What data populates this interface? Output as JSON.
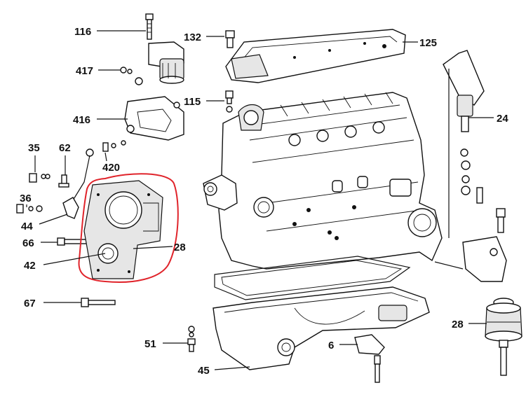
{
  "colors": {
    "ink": "#111111",
    "highlight": "#e0242b",
    "background": "#ffffff"
  },
  "callouts": [
    {
      "id": "116a",
      "label": "116"
    },
    {
      "id": "132",
      "label": "132"
    },
    {
      "id": "125",
      "label": "125"
    },
    {
      "id": "417",
      "label": "417"
    },
    {
      "id": "115",
      "label": "115"
    },
    {
      "id": "24",
      "label": "24"
    },
    {
      "id": "416",
      "label": "416"
    },
    {
      "id": "35",
      "label": "35"
    },
    {
      "id": "62",
      "label": "62"
    },
    {
      "id": "420",
      "label": "420"
    },
    {
      "id": "36",
      "label": "36"
    },
    {
      "id": "44",
      "label": "44"
    },
    {
      "id": "66",
      "label": "66"
    },
    {
      "id": "28a",
      "label": "28"
    },
    {
      "id": "42",
      "label": "42"
    },
    {
      "id": "67",
      "label": "67"
    },
    {
      "id": "28b",
      "label": "28"
    },
    {
      "id": "51",
      "label": "51"
    },
    {
      "id": "6",
      "label": "6"
    },
    {
      "id": "45",
      "label": "45"
    }
  ]
}
